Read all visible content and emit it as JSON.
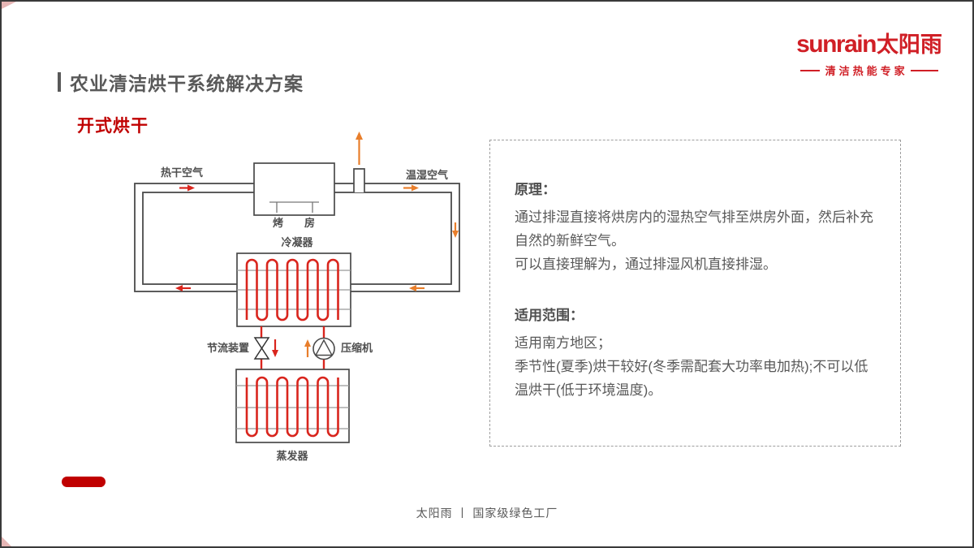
{
  "slide": {
    "title": "农业清洁烘干系统解决方案",
    "subtitle": "开式烘干",
    "footer": "太阳雨 丨 国家级绿色工厂"
  },
  "logo": {
    "brand_latin": "sunrain",
    "brand_cjk": "太阳雨",
    "tagline": "清洁热能专家",
    "brand_color": "#d01f26"
  },
  "diagram": {
    "labels": {
      "hot_dry_air": "热干空气",
      "warm_humid_air": "温湿空气",
      "drying_room": "烤　　房",
      "condenser": "冷凝器",
      "throttle_device": "节流装置",
      "compressor": "压缩机",
      "evaporator": "蒸发器"
    },
    "colors": {
      "pipe_red": "#d9251d",
      "arrow_orange": "#e87e2b",
      "line_gray": "#4a4a4a",
      "fin_gray": "#999999"
    }
  },
  "info_box": {
    "principle_heading": "原理：",
    "principle_p1": "通过排湿直接将烘房内的湿热空气排至烘房外面，然后补充自然的新鲜空气。",
    "principle_p2": "可以直接理解为，通过排湿风机直接排湿。",
    "scope_heading": "适用范围：",
    "scope_p1": "适用南方地区；",
    "scope_p2": "季节性(夏季)烘干较好(冬季需配套大功率电加热);不可以低温烘干(低于环境温度)。"
  }
}
